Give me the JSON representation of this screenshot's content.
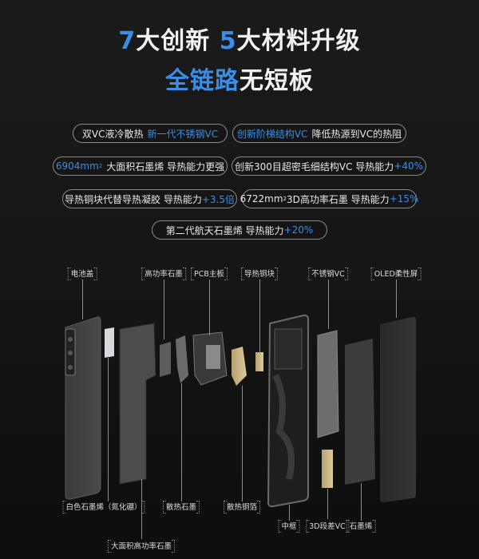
{
  "headline": {
    "line1": {
      "n1": "7",
      "t1": "大创新",
      "n2": "5",
      "t2": "大材料升级"
    },
    "line2": {
      "blue": "全链路",
      "white": "无短板"
    }
  },
  "colors": {
    "accent": "#3a8ee6",
    "background": "#151515",
    "text": "#f2f2f2",
    "copper": "#c9b382"
  },
  "features": [
    {
      "plain": "双VC液冷散热",
      "blue": "新一代不锈钢VC"
    },
    {
      "blue": "创新阶梯结构VC",
      "plain": "降低热源到VC的热阻"
    },
    {
      "blue_num": "6904mm",
      "sup": "2",
      "plain": "大面积石墨烯 导热能力更强"
    },
    {
      "plain": "创新300目超密毛细结构VC 导热能力",
      "blue": "+40%"
    },
    {
      "plain": "导热铜块代替导热凝胶 导热能力",
      "blue": "+3.5倍"
    },
    {
      "plain_num": "6722mm",
      "sup": "2",
      "plain": "3D高功率石墨 导热能力",
      "blue": "+15%"
    },
    {
      "plain": "第二代航天石墨烯 导热能力",
      "blue": "+20%"
    }
  ],
  "component_labels": {
    "top": [
      "电池盖",
      "高功率石墨",
      "PCB主板",
      "导热铜块",
      "不锈钢VC",
      "OLED柔性屏"
    ],
    "bottom": [
      "白色石墨烯（氮化硼）",
      "大面积高功率石墨",
      "散热石墨",
      "散热铜箔",
      "中框",
      "3D段差VC",
      "石墨烯"
    ]
  }
}
